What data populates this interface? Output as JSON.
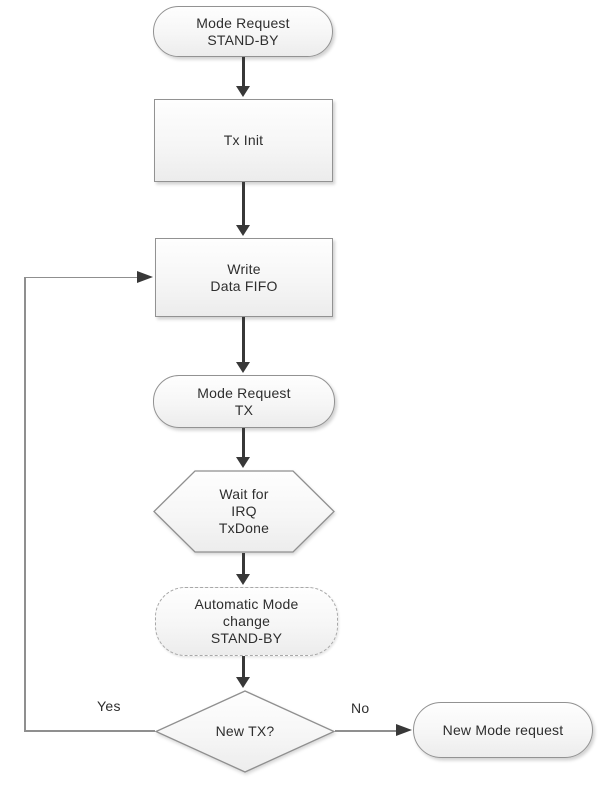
{
  "diagram": {
    "type": "flowchart",
    "background": "#ffffff",
    "nodes": [
      {
        "id": "mode-request-standby",
        "shape": "terminator",
        "lines": [
          "Mode Request",
          "STAND-BY"
        ]
      },
      {
        "id": "tx-init",
        "shape": "process",
        "lines": [
          "Tx Init"
        ]
      },
      {
        "id": "write-data-fifo",
        "shape": "process",
        "lines": [
          "Write",
          "Data FIFO"
        ]
      },
      {
        "id": "mode-request-tx",
        "shape": "terminator",
        "lines": [
          "Mode Request",
          "TX"
        ]
      },
      {
        "id": "wait-irq-txdone",
        "shape": "hexagon",
        "lines": [
          "Wait for",
          "IRQ",
          "TxDone"
        ]
      },
      {
        "id": "automatic-mode-change",
        "shape": "terminator-dashed",
        "lines": [
          "Automatic Mode",
          "change",
          "STAND-BY"
        ]
      },
      {
        "id": "new-tx-decision",
        "shape": "decision",
        "lines": [
          "New TX?"
        ]
      },
      {
        "id": "new-mode-request",
        "shape": "terminator",
        "lines": [
          "New Mode request"
        ]
      }
    ],
    "edges": {
      "yes_label": "Yes",
      "no_label": "No"
    },
    "colors": {
      "shape_border": "#929292",
      "shape_fill_top": "#fefefe",
      "shape_fill_bottom": "#ececec",
      "dashed_border": "#a8a8a8",
      "arrow": "#383838",
      "connector_line": "#8f8f8f",
      "text": "#2e2e2e"
    }
  }
}
